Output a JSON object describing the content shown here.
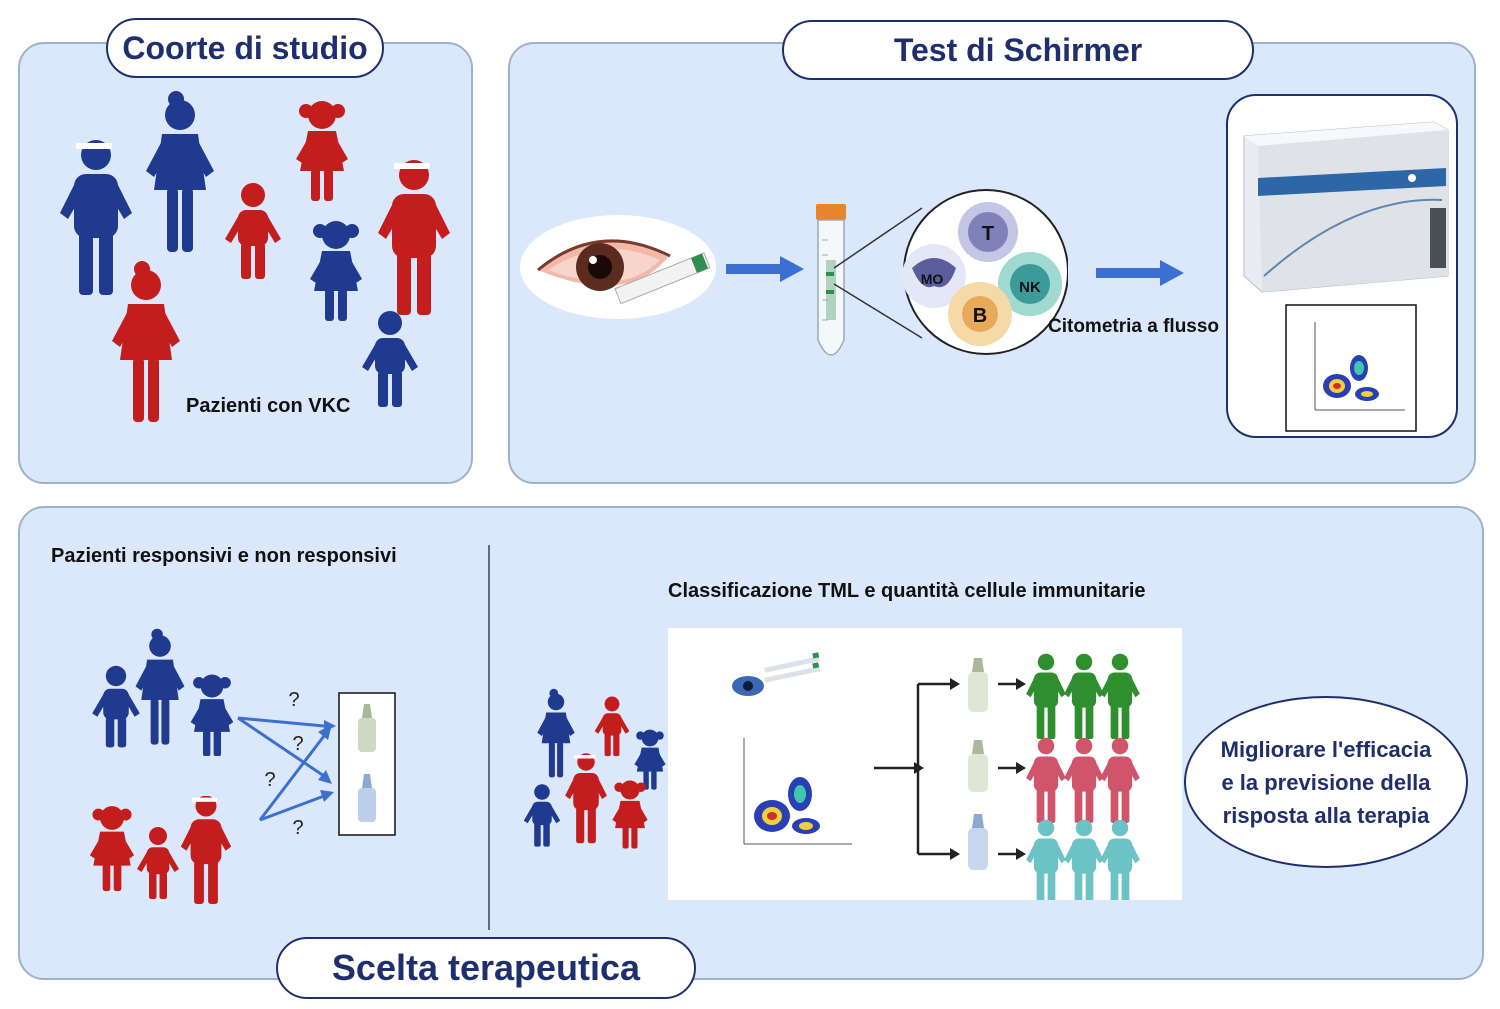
{
  "colors": {
    "navy": "#1f3a8f",
    "red": "#c41d1d",
    "panel_bg": "#dbe8fb",
    "title_text": "#1f2f6e",
    "arrow": "#3b6fd1",
    "green_group": "#2f8f2f",
    "pink_group": "#d0556b",
    "teal_group": "#6cc3c5"
  },
  "cohort": {
    "title": "Coorte di studio",
    "patients_label": "Pazienti con VKC"
  },
  "schirmer": {
    "title": "Test di Schirmer",
    "cells": [
      "T",
      "NK",
      "MO",
      "B"
    ],
    "flow_label": "Citometria a flusso"
  },
  "therapy": {
    "left_heading": "Pazienti responsivi e non responsivi",
    "question_marks": [
      "?",
      "?",
      "?",
      "?"
    ],
    "middle_heading": "Classificazione TML e quantità cellule immunitarie",
    "goal_lines": [
      "Migliorare l'efficacia",
      "e la previsione della",
      "risposta alla terapia"
    ],
    "title": "Scelta terapeutica"
  }
}
